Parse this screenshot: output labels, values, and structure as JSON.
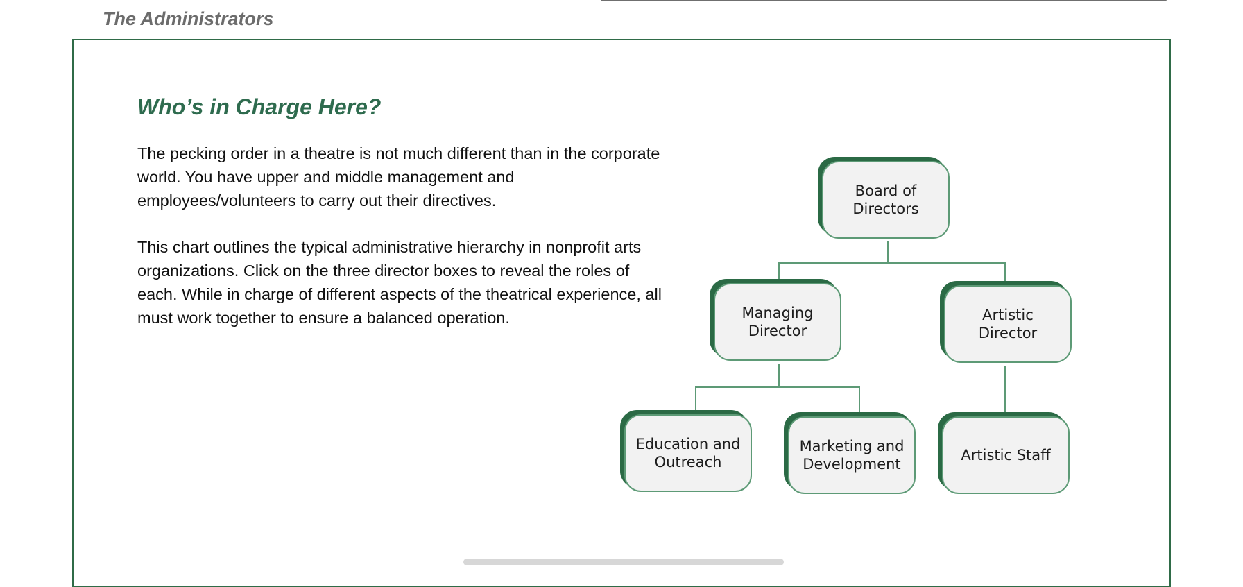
{
  "header": {
    "title": "The Administrators"
  },
  "main": {
    "heading": "Who’s in Charge Here?",
    "paragraphs": [
      "The pecking order in a theatre is not much different than in the corporate world. You have upper and middle management and employees/volunteers to carry out their directives.",
      "This chart outlines the typical administrative hierarchy in nonprofit arts organizations. Click on the three director boxes to reveal the roles of each. While in charge of different aspects of the theatrical experience, all must work together to ensure a balanced operation."
    ]
  },
  "org_chart": {
    "nodes": {
      "board": "Board of\nDirectors",
      "managing_director": "Managing\nDirector",
      "artistic_director": "Artistic\nDirector",
      "education": "Education and\nOutreach",
      "marketing": "Marketing and\nDevelopment",
      "artistic_staff": "Artistic Staff"
    }
  },
  "colors": {
    "accent_green": "#2e6b4e",
    "box_shadow_green": "#2b6a45",
    "box_border_green": "#5d9a76",
    "box_fill": "#f2f2f2"
  }
}
